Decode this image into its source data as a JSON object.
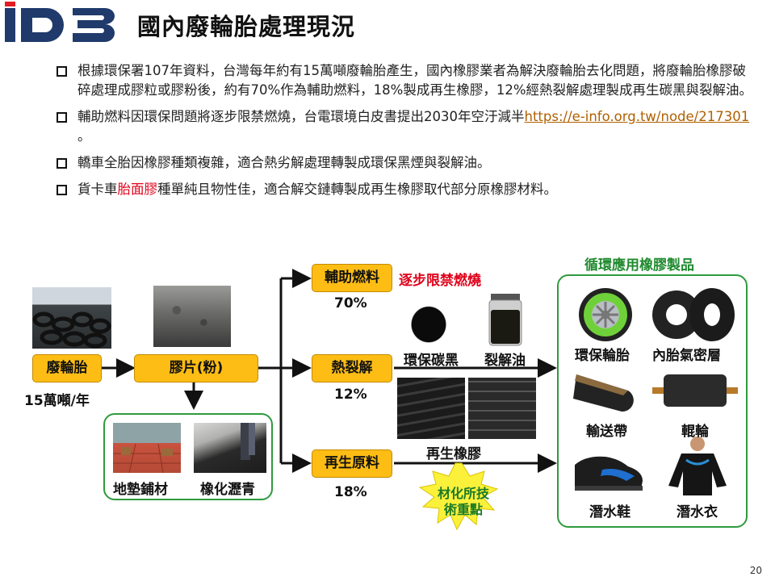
{
  "title": "國內廢輪胎處理現況",
  "bullets": [
    {
      "pre": "根據環保署107年資料，台灣每年約有15萬噸廢輪胎產生，國內橡膠業者為解決廢輪胎去化問題，將廢輪胎橡膠破碎處理成膠粒或膠粉後，約有70%作為輔助燃料，18%製成再生橡膠，12%經熱裂解處理製成再生碳黑與裂解油。"
    },
    {
      "pre": "輔助燃料因環保問題將逐步限禁燃燒，台電環境白皮書提出2030年空汙減半",
      "link": "https://e-info.org.tw/node/217301 ",
      "post": "。"
    },
    {
      "pre": "轎車全胎因橡膠種類複雜，適合熱劣解處理轉製成環保黑煙與裂解油。"
    },
    {
      "pre": "貨卡車",
      "red": "胎面膠",
      "post": "種單純且物性佳，適合解交鏈轉製成再生橡膠取代部分原橡膠材料。"
    }
  ],
  "flow": {
    "waste_tire": "廢輪胎",
    "waste_tire_amount": "15萬噸/年",
    "chips": "膠片(粉)",
    "fuel": "輔助燃料",
    "fuel_pct": "70%",
    "fuel_note": "逐步限禁燃燒",
    "pyrolysis": "熱裂解",
    "pyrolysis_pct": "12%",
    "recycled": "再生原料",
    "recycled_pct": "18%",
    "mat": "地墊鋪材",
    "asphalt": "橡化瀝青",
    "carbon_black": "環保碳黑",
    "oil": "裂解油",
    "recycled_rubber": "再生橡膠",
    "focus_line1": "材化所技",
    "focus_line2": "術重點"
  },
  "products": {
    "title": "循環應用橡膠製品",
    "items": [
      "環保輪胎",
      "內胎氣密層",
      "輸送帶",
      "輥輪",
      "潛水鞋",
      "潛水衣"
    ]
  },
  "colors": {
    "pill": "#fdbd14",
    "green": "#2e9b3d",
    "red": "#e0001a"
  },
  "page_number": "20"
}
